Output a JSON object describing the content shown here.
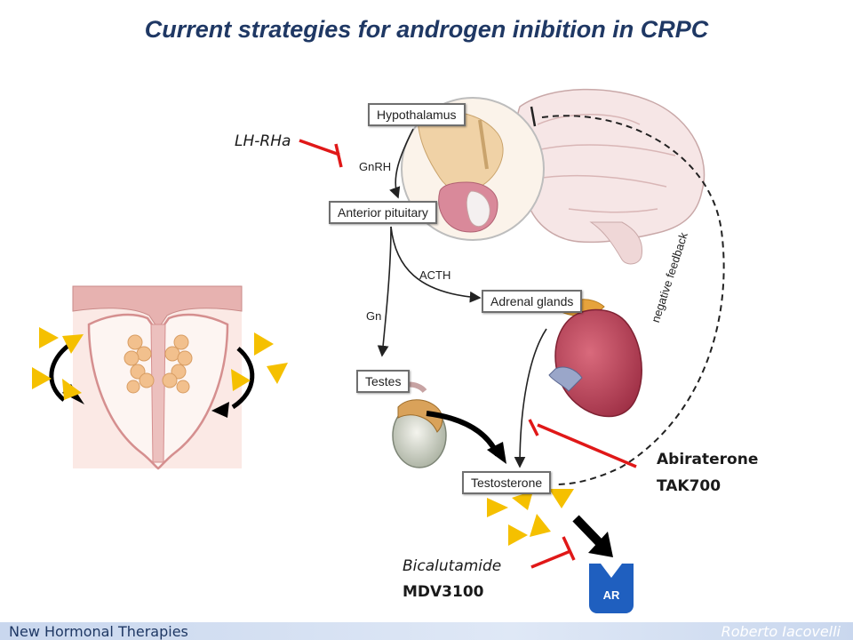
{
  "title": "Current strategies for androgen inibition in CRPC",
  "drugs": {
    "lhrha": "LH-RHa",
    "abiraterone": "Abiraterone",
    "tak700": "TAK700",
    "bicalutamide": "Bicalutamide",
    "mdv3100": "MDV3100"
  },
  "boxes": {
    "hypothalamus": "Hypothalamus",
    "anterior_pituitary": "Anterior pituitary",
    "adrenal_glands": "Adrenal glands",
    "testes": "Testes",
    "testosterone": "Testosterone"
  },
  "flow_labels": {
    "gnrh": "GnRH",
    "acth": "ACTH",
    "gn": "Gn",
    "negative_feedback": "negative feedback"
  },
  "receptor": "AR",
  "footer": {
    "left": "New Hormonal Therapies",
    "right": "Roberto Iacovelli"
  },
  "colors": {
    "title": "#1f3864",
    "inhibitor": "#e01818",
    "androgen_triangle": "#f5c000",
    "receptor": "#1f5fbf"
  }
}
